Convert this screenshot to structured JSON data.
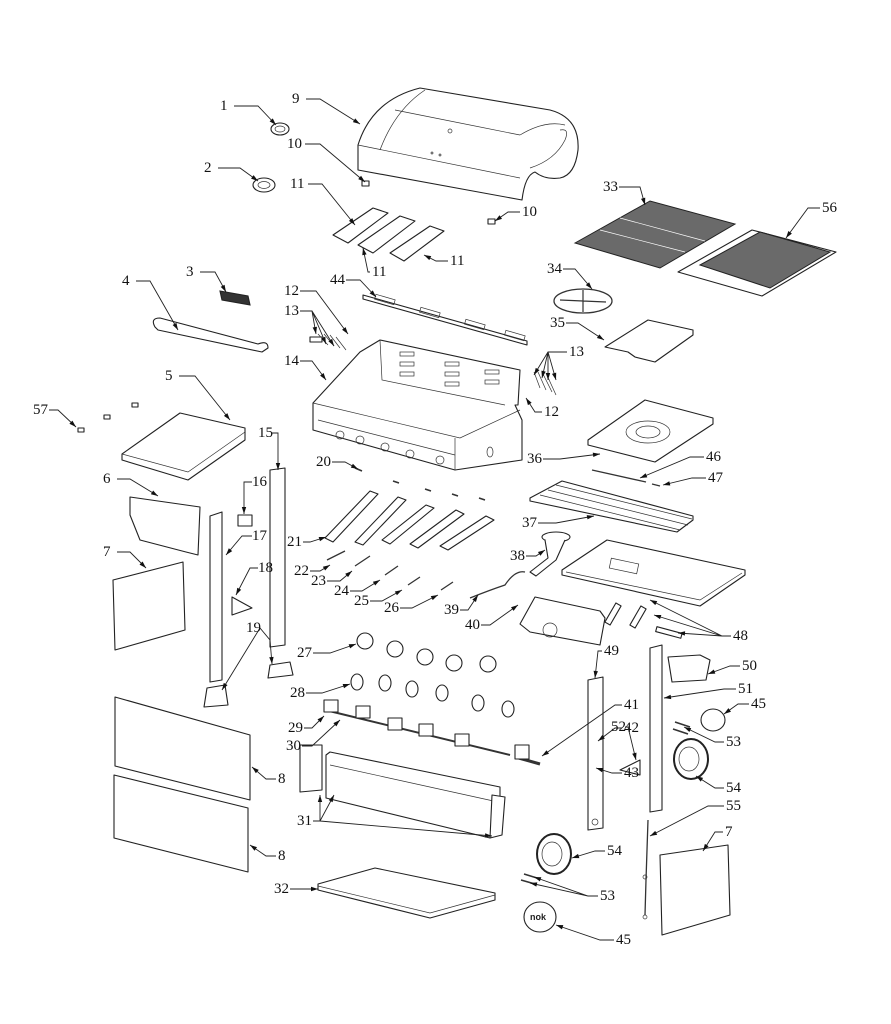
{
  "diagram": {
    "title_visible": false,
    "logo_text": "nok",
    "callouts": [
      {
        "id": "c1",
        "label": "1"
      },
      {
        "id": "c2",
        "label": "2"
      },
      {
        "id": "c3",
        "label": "3"
      },
      {
        "id": "c4",
        "label": "4"
      },
      {
        "id": "c5",
        "label": "5"
      },
      {
        "id": "c6",
        "label": "6"
      },
      {
        "id": "c7a",
        "label": "7"
      },
      {
        "id": "c7b",
        "label": "7"
      },
      {
        "id": "c8a",
        "label": "8"
      },
      {
        "id": "c8b",
        "label": "8"
      },
      {
        "id": "c9",
        "label": "9"
      },
      {
        "id": "c10a",
        "label": "10"
      },
      {
        "id": "c10b",
        "label": "10"
      },
      {
        "id": "c11a",
        "label": "11"
      },
      {
        "id": "c11b",
        "label": "11"
      },
      {
        "id": "c11c",
        "label": "11"
      },
      {
        "id": "c12a",
        "label": "12"
      },
      {
        "id": "c12b",
        "label": "12"
      },
      {
        "id": "c13a",
        "label": "13"
      },
      {
        "id": "c13b",
        "label": "13"
      },
      {
        "id": "c14",
        "label": "14"
      },
      {
        "id": "c15",
        "label": "15"
      },
      {
        "id": "c16",
        "label": "16"
      },
      {
        "id": "c17",
        "label": "17"
      },
      {
        "id": "c18",
        "label": "18"
      },
      {
        "id": "c19",
        "label": "19"
      },
      {
        "id": "c20",
        "label": "20"
      },
      {
        "id": "c21",
        "label": "21"
      },
      {
        "id": "c22",
        "label": "22"
      },
      {
        "id": "c23",
        "label": "23"
      },
      {
        "id": "c24",
        "label": "24"
      },
      {
        "id": "c25",
        "label": "25"
      },
      {
        "id": "c26",
        "label": "26"
      },
      {
        "id": "c27",
        "label": "27"
      },
      {
        "id": "c28",
        "label": "28"
      },
      {
        "id": "c29",
        "label": "29"
      },
      {
        "id": "c30",
        "label": "30"
      },
      {
        "id": "c31",
        "label": "31"
      },
      {
        "id": "c32",
        "label": "32"
      },
      {
        "id": "c33",
        "label": "33"
      },
      {
        "id": "c34",
        "label": "34"
      },
      {
        "id": "c35",
        "label": "35"
      },
      {
        "id": "c36",
        "label": "36"
      },
      {
        "id": "c37",
        "label": "37"
      },
      {
        "id": "c38",
        "label": "38"
      },
      {
        "id": "c39",
        "label": "39"
      },
      {
        "id": "c40",
        "label": "40"
      },
      {
        "id": "c41",
        "label": "41"
      },
      {
        "id": "c42",
        "label": "42"
      },
      {
        "id": "c43",
        "label": "43"
      },
      {
        "id": "c44",
        "label": "44"
      },
      {
        "id": "c45a",
        "label": "45"
      },
      {
        "id": "c45b",
        "label": "45"
      },
      {
        "id": "c46",
        "label": "46"
      },
      {
        "id": "c47",
        "label": "47"
      },
      {
        "id": "c48",
        "label": "48"
      },
      {
        "id": "c49",
        "label": "49"
      },
      {
        "id": "c50",
        "label": "50"
      },
      {
        "id": "c51",
        "label": "51"
      },
      {
        "id": "c52",
        "label": "52"
      },
      {
        "id": "c53a",
        "label": "53"
      },
      {
        "id": "c53b",
        "label": "53"
      },
      {
        "id": "c54a",
        "label": "54"
      },
      {
        "id": "c54b",
        "label": "54"
      },
      {
        "id": "c55",
        "label": "55"
      },
      {
        "id": "c56",
        "label": "56"
      },
      {
        "id": "c57",
        "label": "57"
      }
    ]
  }
}
